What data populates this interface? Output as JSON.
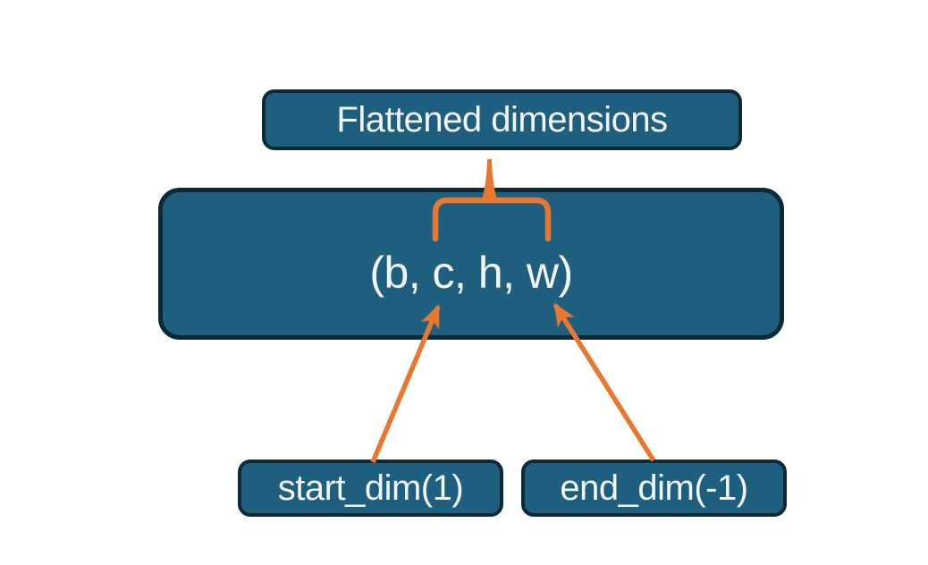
{
  "colors": {
    "box_fill": "#1E5F80",
    "box_border": "#0D2936",
    "accent_orange": "#E8782F",
    "text": "#F2F5F5",
    "background": "#FFFFFF"
  },
  "nodes": {
    "flattened": {
      "label": "Flattened dimensions"
    },
    "tensor": {
      "label": "(b, c, h, w)"
    },
    "start_dim": {
      "label": "start_dim(1)"
    },
    "end_dim": {
      "label": "end_dim(-1)"
    }
  },
  "connectors": {
    "brace": "overbrace spanning c,h,w linking tensor box to Flattened dimensions label",
    "arrow_left": "from start_dim(1) box up to dimension c",
    "arrow_right": "from end_dim(-1) box up to dimension w"
  }
}
